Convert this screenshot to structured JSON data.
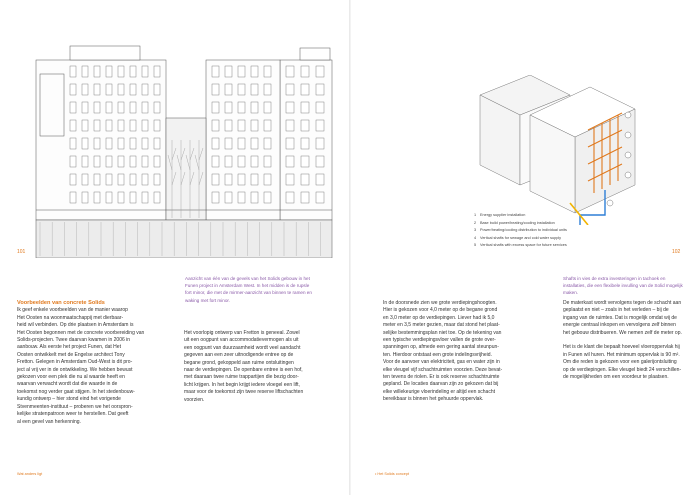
{
  "pages": {
    "left_number": "101",
    "right_number": "102"
  },
  "legend": [
    {
      "num": "1",
      "text": "Energy supplier installation"
    },
    {
      "num": "2",
      "text": "Base build power/heating/cooling installation"
    },
    {
      "num": "3",
      "text": "Power/heating/cooling distribution to individual units"
    },
    {
      "num": "4",
      "text": "Vertical shafts for sewage and cold water supply"
    },
    {
      "num": "5",
      "text": "Vertical shafts with excess space for future services"
    }
  ],
  "captions": {
    "left": "Aanzicht van één van de gevels van het Solids gebouw in het Funen project in Amsterdam West. In het midden is de rupsle fort minor, die met de mirmer-aanzicht van binnen te ramen en waking met fort minor.",
    "right": "Shafts in vies de extra investeringen in tachoek en installaties, die een flexibele invulling van de Solid mogelijk maken."
  },
  "col1": {
    "heading": "Voorbeelden van concrete Solids",
    "lines": [
      "Ik geef enkele voorbeelden van de manier waarop",
      "Het Oosten na woonmaatschappij met dierbaar-",
      "heid wil verbinden. Op drie plaatsen in Amsterdam is",
      "Het Oosten begonnen met de concrete voorbereiding van",
      "Solids-projecten. Twee daarvan kwamen in 2006 in",
      "aanbouw. Als eerste het project Funen, dat Het",
      "Oosten ontwikkelt met de Engelse architect Tony",
      "Fretton. Gelegen in Amsterdam Oud-West is dit pro-",
      "ject al vrij ver in de ontwikkeling. We hebben bewust",
      "gekozen voor een plek die nu al waarde heeft en",
      "waarvan verwacht wordt dat die waarde in de",
      "toekomst nog verder gaat stijgen. In het stedenbouw-",
      "kundig ontwerp – hier stond eind het vorigende",
      "Stvenmeenten-instituut – proberen we het oorspron-",
      "kelijke stratenpatroon weer te herstellen. Dat geeft",
      "al een gevel van herkenning."
    ]
  },
  "col2": {
    "lines": [
      "Het voorlopig ontwerp van Fretton is geneeal. Zowel",
      "uit een oogpunt van accommodatievermogen als uit",
      "een oogpunt van duurzaamheid wordt veel aandacht",
      "gegeven aan een zeer uitnodigende entree op de",
      "begane grond, gekoppeld aan ruime ontsluitingen",
      "naar de verdiepingen. De openbare entree is een hof,",
      "met daaraan twee ruime trappartijen die bezig door-",
      "licht krijgen. In het begin krijgt iedere vloegel een lift,",
      "maar voor de toekomst zijn twee reserve liftschachten",
      "voorzien."
    ]
  },
  "col3": {
    "lines": [
      "In de doorsnede zien we grote verdiepingshoogten.",
      "Hier is gekozen voor 4,0 meter op de begane grond",
      "en 3,0 meter op de verdiepingen. Liever had ik 5,0",
      "meter en 3,5 meter gezien, maar dat stond het plaat-",
      "selijke bestemmingsplan niet toe. Op de tekening van",
      "een typische verdiepingsvloer vallen de grote over-",
      "spanningen op, afmede een gering aantal steunpun-",
      "ten. Hierdoor ontstaat een grote indelingsvrijheid.",
      "Voor de aanvoer van elektriciteit, gas en water zijn in",
      "elke vleugel vijf schachtruimten voorzien. Deze bevat-",
      "ten tevens de riolen. Er is ook reserve schachtruimte",
      "gepland. De locaties daarvan zijn zo gekozen dat bij",
      "elke willekeurige vloerindeling er altijd een schacht",
      "bereikbaar is binnen het gehuurde oppervlak."
    ]
  },
  "col4": {
    "lines": [
      "De materkast wordt vervolgens tegen de schacht aan",
      "geplaatst en niet – zoals in het verleden – bij de",
      "ingang van de ruimtes. Dat is mogelijk omdat wij de",
      "energie centraal inkopen en vervolgens zelf binnen",
      "het gebouw distribueren. We nemen zelf de meter op.",
      "",
      "Het is de klant die bepaalt hoeveel vloeroppervlak hij",
      "in Funen wil huren. Het minimum oppervlak is 90 m².",
      "Om die reden is gekozen voor een galerijontsluiting",
      "op de verdiepingen. Elke vleugel biedt 24 verschillen-",
      "de mogelijkheden om een voordeur te plaatsen."
    ]
  },
  "footer": {
    "left": "Wat anders ligt",
    "right": "• Het Solids concept"
  },
  "colors": {
    "accent": "#e07a1f",
    "caption": "#8a5aa8",
    "pipe_blue": "#2f7fd6",
    "pipe_yellow": "#f2b400"
  }
}
